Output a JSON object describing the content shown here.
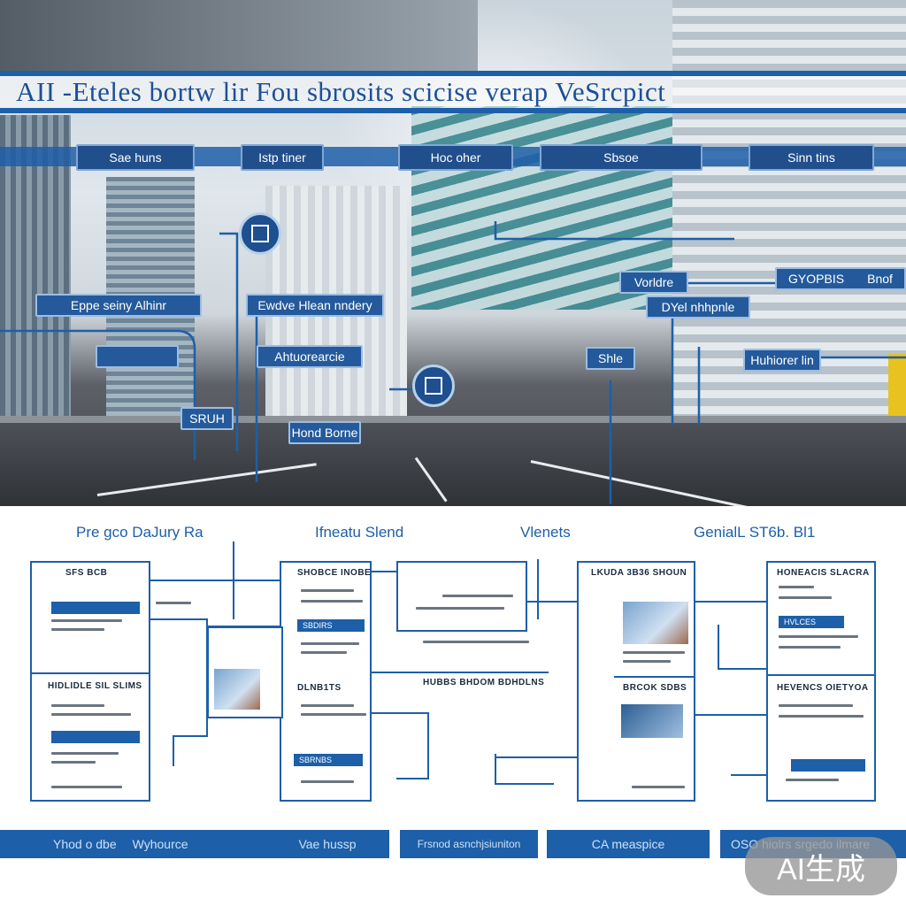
{
  "title": "AII -Eteles bortw lir Fou sbrosits scicise verap VeSrcpict",
  "nav_tabs": [
    "Sae huns",
    "Istp tiner",
    "Hoc oher",
    "Sbsoe",
    "Sinn tins"
  ],
  "photo_labels": {
    "left_1": "Eppe seiny Alhinr",
    "left_2": "",
    "left_3": "SRUH",
    "mid_1": "Ewdve Hlean nndery",
    "mid_2": "Ahtuorearcie",
    "mid_3": "Hond Borne",
    "right_1": "Vorldre",
    "right_2": "DYel nhhpnle",
    "right_3": "GYOPBIS",
    "right_3_suffix": "Bnof",
    "right_4": "Shle",
    "right_5": "Huhiorer lin"
  },
  "section_titles": [
    "Pre gco DaJury Ra",
    "Ifneatu Slend",
    "Vlenets",
    "GenialL ST6b. Bl1"
  ],
  "panels": {
    "p1_top": "SFS BCB",
    "p1_bottom": "HIDLIDLE SIL SLIMS",
    "p2_top": "SHOBCE INOBE",
    "p2_chip": "SBDIRS",
    "p2_bottom": "DLNB1TS",
    "p2_chip_bottom": "SBRNBS",
    "mid_caption": "HUBBS BHDOM BDHDLNS",
    "p4_top": "LKUDA 3B36 SHOUN",
    "p4_bottom": "BRCOK SDBS",
    "p5_top": "HONEACIS SLACRA",
    "p5_chip": "HVLCES",
    "p5_bottom": "HEVENCS OIETYOA"
  },
  "footer": [
    "Yhod o dbe",
    "Wyhource",
    "Vae hussp",
    "Frsnod asnchjsiuniton",
    "CA measpice",
    "OSO hiolrs srgedo ilmare"
  ],
  "badge": "AI生成",
  "colors": {
    "accent": "#1d5fa8",
    "panel_title": "#1a2a3d",
    "title_text": "#1d4f95"
  },
  "icons": [
    "square-node-icon",
    "square-node-icon"
  ]
}
